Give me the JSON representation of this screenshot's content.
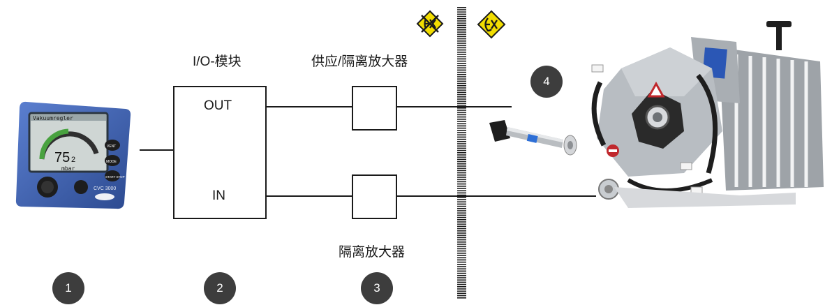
{
  "labels": {
    "io_module": "I/O-模块",
    "supply_isolator": "供应/隔离放大器",
    "isolator": "隔离放大器",
    "out": "OUT",
    "in": "IN"
  },
  "controller": {
    "screen_title": "Vakuumregler",
    "value": "75",
    "value_decimal": "2",
    "unit": "mbar",
    "btn_vent": "VENT",
    "btn_mode": "MODE",
    "btn_start": "START STOP",
    "model": "CVC 3000"
  },
  "badges": [
    "1",
    "2",
    "3",
    "4"
  ],
  "colors": {
    "ex_yellow": "#f2dd00",
    "controller_blue": "#3a5ca8",
    "badge": "#3d3d3d",
    "line": "#1a1a1a"
  }
}
